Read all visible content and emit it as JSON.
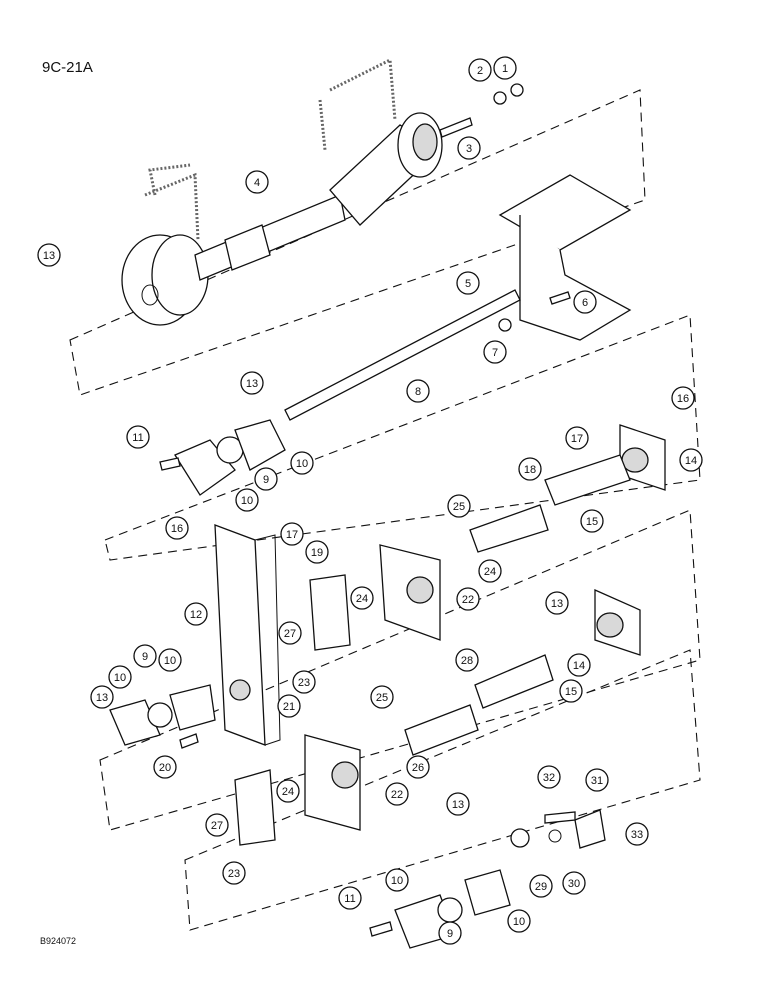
{
  "figure": {
    "title": "9C-21A",
    "code": "B924072"
  },
  "callouts": [
    {
      "id": "c1",
      "label": "1"
    },
    {
      "id": "c2",
      "label": "2"
    },
    {
      "id": "c3",
      "label": "3"
    },
    {
      "id": "c4",
      "label": "4"
    },
    {
      "id": "c13a",
      "label": "13"
    },
    {
      "id": "c5",
      "label": "5"
    },
    {
      "id": "c6",
      "label": "6"
    },
    {
      "id": "c7",
      "label": "7"
    },
    {
      "id": "c8",
      "label": "8"
    },
    {
      "id": "c13b",
      "label": "13"
    },
    {
      "id": "c16a",
      "label": "16"
    },
    {
      "id": "c11a",
      "label": "11"
    },
    {
      "id": "c10a",
      "label": "10"
    },
    {
      "id": "c9a",
      "label": "9"
    },
    {
      "id": "c10b",
      "label": "10"
    },
    {
      "id": "c17a",
      "label": "17"
    },
    {
      "id": "c14a",
      "label": "14"
    },
    {
      "id": "c18",
      "label": "18"
    },
    {
      "id": "c15a",
      "label": "15"
    },
    {
      "id": "c25a",
      "label": "25"
    },
    {
      "id": "c16b",
      "label": "16"
    },
    {
      "id": "c17b",
      "label": "17"
    },
    {
      "id": "c19",
      "label": "19"
    },
    {
      "id": "c24a",
      "label": "24"
    },
    {
      "id": "c24b",
      "label": "24"
    },
    {
      "id": "c22a",
      "label": "22"
    },
    {
      "id": "c13c",
      "label": "13"
    },
    {
      "id": "c12",
      "label": "12"
    },
    {
      "id": "c27a",
      "label": "27"
    },
    {
      "id": "c9b",
      "label": "9"
    },
    {
      "id": "c10c",
      "label": "10"
    },
    {
      "id": "c10d",
      "label": "10"
    },
    {
      "id": "c28",
      "label": "28"
    },
    {
      "id": "c14b",
      "label": "14"
    },
    {
      "id": "c15b",
      "label": "15"
    },
    {
      "id": "c23a",
      "label": "23"
    },
    {
      "id": "c13d",
      "label": "13"
    },
    {
      "id": "c25b",
      "label": "25"
    },
    {
      "id": "c21",
      "label": "21"
    },
    {
      "id": "c20",
      "label": "20"
    },
    {
      "id": "c26",
      "label": "26"
    },
    {
      "id": "c24c",
      "label": "24"
    },
    {
      "id": "c22b",
      "label": "22"
    },
    {
      "id": "c32",
      "label": "32"
    },
    {
      "id": "c31",
      "label": "31"
    },
    {
      "id": "c13e",
      "label": "13"
    },
    {
      "id": "c33",
      "label": "33"
    },
    {
      "id": "c27b",
      "label": "27"
    },
    {
      "id": "c23b",
      "label": "23"
    },
    {
      "id": "c29",
      "label": "29"
    },
    {
      "id": "c30",
      "label": "30"
    },
    {
      "id": "c11b",
      "label": "11"
    },
    {
      "id": "c10e",
      "label": "10"
    },
    {
      "id": "c9c",
      "label": "9"
    },
    {
      "id": "c10f",
      "label": "10"
    }
  ]
}
